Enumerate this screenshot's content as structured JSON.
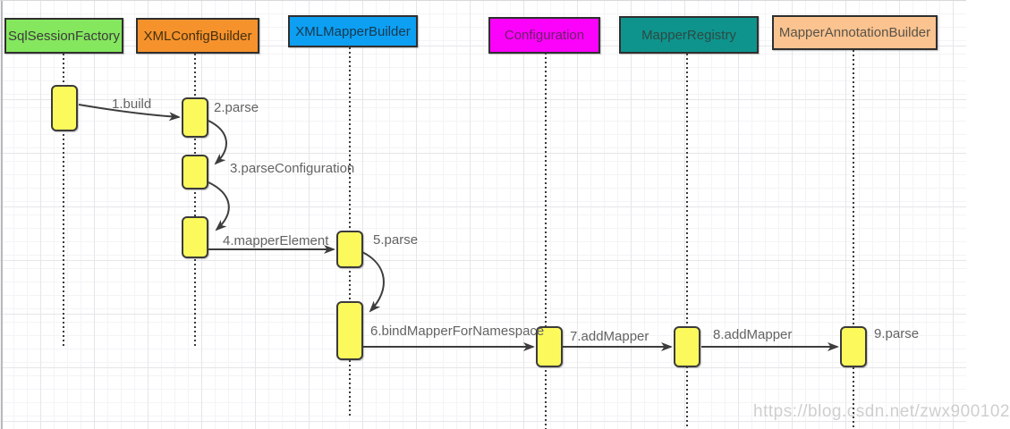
{
  "watermark": "https://blog.csdn.net/zwx900102",
  "participants": [
    {
      "label": "SqlSessionFactory",
      "fill": "#84e75e",
      "text_color": "#3b3b3b"
    },
    {
      "label": "XMLConfigBuilder",
      "fill": "#f6922c",
      "text_color": "#45300f"
    },
    {
      "label": "XMLMapperBuilder",
      "fill": "#0d9ff2",
      "text_color": "#16394f"
    },
    {
      "label": "Configuration",
      "fill": "#fb02fb",
      "text_color": "#6e2069"
    },
    {
      "label": "MapperRegistry",
      "fill": "#0e948d",
      "text_color": "#2c4a44"
    },
    {
      "label": "MapperAnnotationBuilder",
      "fill": "#fbc38f",
      "text_color": "#585349"
    }
  ],
  "messages": [
    {
      "label": "1.build",
      "from": "SqlSessionFactory",
      "to": "XMLConfigBuilder",
      "kind": "call"
    },
    {
      "label": "2.parse",
      "from": "XMLConfigBuilder",
      "to": "XMLConfigBuilder",
      "kind": "self-call"
    },
    {
      "label": "3.parseConfiguration",
      "from": "XMLConfigBuilder",
      "to": "XMLConfigBuilder",
      "kind": "self-call"
    },
    {
      "label": "4.mapperElement",
      "from": "XMLConfigBuilder",
      "to": "XMLMapperBuilder",
      "kind": "call"
    },
    {
      "label": "5.parse",
      "from": "XMLMapperBuilder",
      "to": "XMLMapperBuilder",
      "kind": "self-call"
    },
    {
      "label": "6.bindMapperForNamespace",
      "from": "XMLMapperBuilder",
      "to": "Configuration",
      "kind": "call"
    },
    {
      "label": "7.addMapper",
      "from": "Configuration",
      "to": "MapperRegistry",
      "kind": "call"
    },
    {
      "label": "8.addMapper",
      "from": "MapperRegistry",
      "to": "MapperAnnotationBuilder",
      "kind": "call"
    },
    {
      "label": "9.parse",
      "from": "MapperAnnotationBuilder",
      "to": "MapperAnnotationBuilder",
      "kind": "activation"
    }
  ],
  "colors": {
    "arrow": "#3d3d3d",
    "activation_fill": "#fbf95c",
    "activation_border": "#3b3b3b",
    "label_text": "#636363",
    "watermark_text": "#c7c7c7"
  }
}
